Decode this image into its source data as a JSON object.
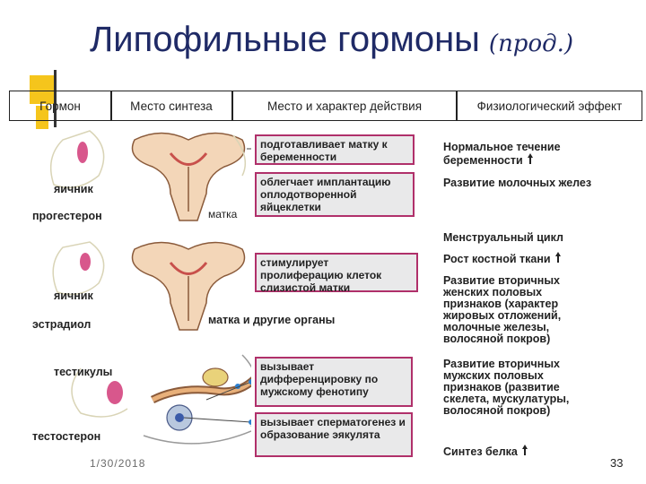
{
  "slide": {
    "title": "Липофильные гормоны",
    "title_suffix": "(прод.)",
    "footer_date": "1/30/2018",
    "page_number": "33"
  },
  "table_header": {
    "col1": "Гормон",
    "col2": "Место синтеза",
    "col3": "Место и характер действия",
    "col4": "Физиологический эффект"
  },
  "rows": [
    {
      "organ": "яичник",
      "hormone": "прогестерон",
      "target": "матка",
      "action_1": "подготавливает матку к беременности",
      "action_2": "облегчает имплантацию оплодотворенной яйцеклетки",
      "effect_1": "Нормальное течение беременности",
      "effect_2": "Развитие молочных желез"
    },
    {
      "organ": "яичник",
      "hormone": "эстрадиол",
      "target": "матка и другие органы",
      "action_1": "стимулирует пролиферацию клеток слизистой матки",
      "effect_1": "Менструальный цикл",
      "effect_2": "Рост костной ткани",
      "effect_3": "Развитие вторичных женских половых признаков (характер жировых отложений, молочные железы, волосяной покров)"
    },
    {
      "organ": "тестикулы",
      "hormone": "тестостерон",
      "action_1": "вызывает дифференцировку по мужскому фенотипу",
      "action_2": "вызывает сперматогенез и образование эякулята",
      "effect_1": "Развитие вторичных мужских половых признаков (развитие скелета, мускулатуры, волосяной покров)",
      "effect_2": "Синтез белка"
    }
  ],
  "colors": {
    "title": "#1f2a66",
    "box_border": "#b0306a",
    "box_fill": "#e9e9ea",
    "accent_yellow": "#f5c51c",
    "gland_pink": "#d8578c"
  }
}
